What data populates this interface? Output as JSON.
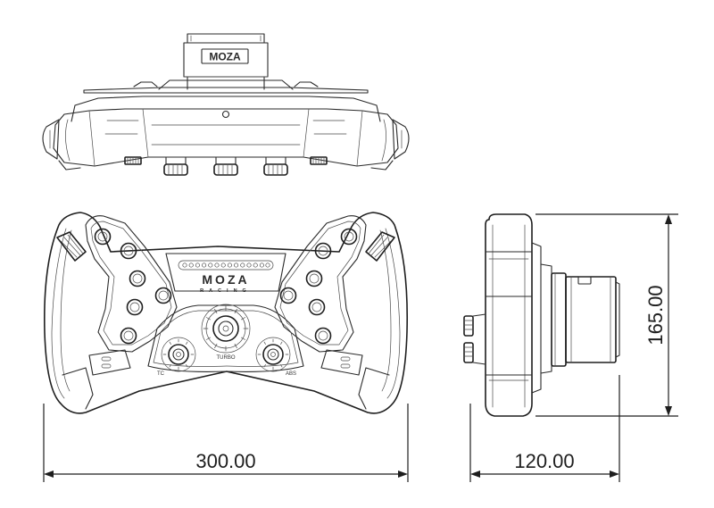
{
  "brand": {
    "logo_text": "MOZA",
    "logo_subtext": "RACING"
  },
  "knob_labels": {
    "left": "TC",
    "center": "TURBO",
    "right": "ABS"
  },
  "dimensions": {
    "width": "300.00",
    "depth": "120.00",
    "height": "165.00"
  }
}
